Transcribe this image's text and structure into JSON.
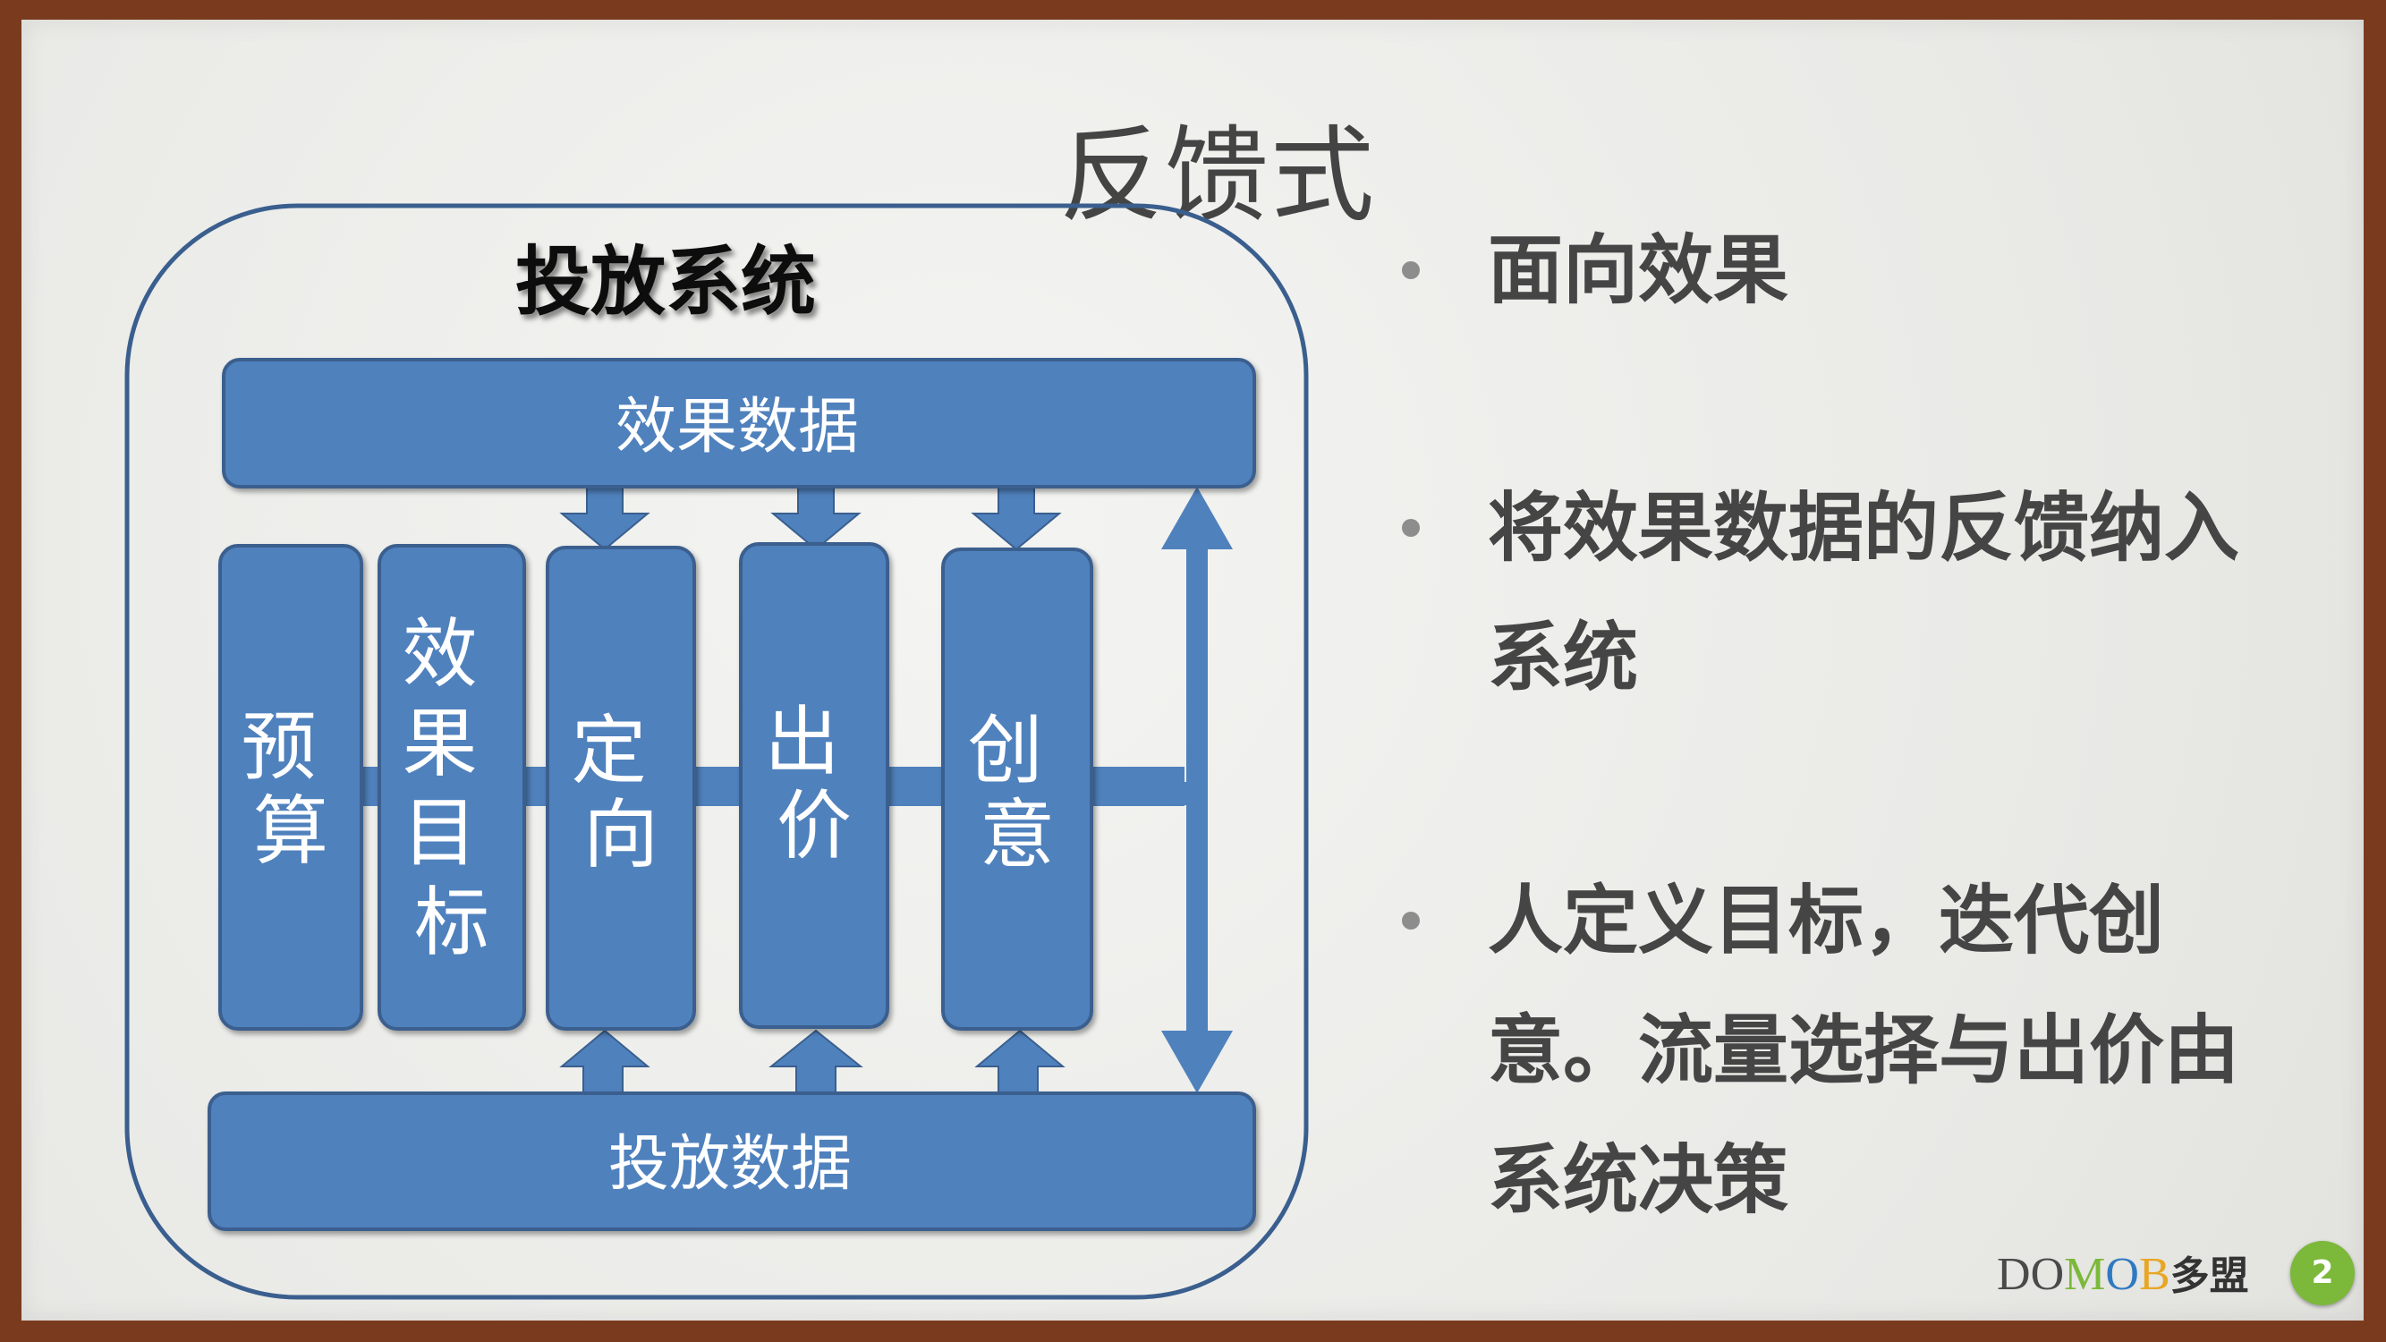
{
  "slide": {
    "title": "反馈式",
    "page_number": "2"
  },
  "diagram": {
    "container_title": "投放系统",
    "top_bar": "效果数据",
    "bottom_bar": "投放数据",
    "columns": [
      "预算",
      "效果目标",
      "定向",
      "出价",
      "创意"
    ]
  },
  "bullets": [
    {
      "text": "面向效果"
    },
    {
      "text": "将效果数据的反馈纳入系统"
    },
    {
      "text": "人定义目标，迭代创意。流量选择与出价由系统决策"
    }
  ],
  "logo": {
    "text_latin": "DOMOB",
    "text_cjk": "多盟",
    "colors": {
      "D": "#4a4a4a",
      "O1": "#4a4a4a",
      "M": "#7cb83a",
      "O2": "#2f79c1",
      "B": "#e8a624"
    }
  },
  "colors": {
    "box_fill": "#4f81bd",
    "box_stroke": "#3a5f8e",
    "badge": "#7cb83a"
  }
}
